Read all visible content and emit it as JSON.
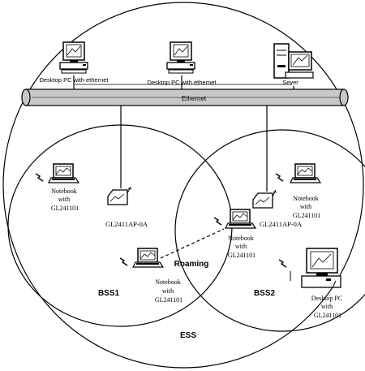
{
  "colors": {
    "ink": "#000000",
    "paper": "#ffffff",
    "bus_fill": "#c8c8c8"
  },
  "backbone": {
    "bus_label": "Ethernet",
    "desktop1_label": "Desktop PC with ethernet",
    "desktop2_label": "Desktop PC with ethernet",
    "server_label": "Sever"
  },
  "bss1": {
    "label": "BSS1",
    "notebook_top": {
      "line1": "Notebook",
      "line2": "with",
      "line3": "GL241101"
    },
    "ap": {
      "label": "GL2411AP-0A"
    },
    "notebook_bottom": {
      "line1": "Notebook",
      "line2": "with",
      "line3": "GL241101"
    }
  },
  "bss2": {
    "label": "BSS2",
    "notebook_top": {
      "line1": "Notebook",
      "line2": "with",
      "line3": "GL241101"
    },
    "ap": {
      "label": "GL2411AP-0A"
    },
    "desktop": {
      "line1": "Desktop PC",
      "line2": "with",
      "line3": "GL241101"
    }
  },
  "roaming": {
    "label": "Roaming",
    "notebook": {
      "line1": "Notebook",
      "line2": "with",
      "line3": "GL241101"
    }
  },
  "ess_label": "ESS"
}
